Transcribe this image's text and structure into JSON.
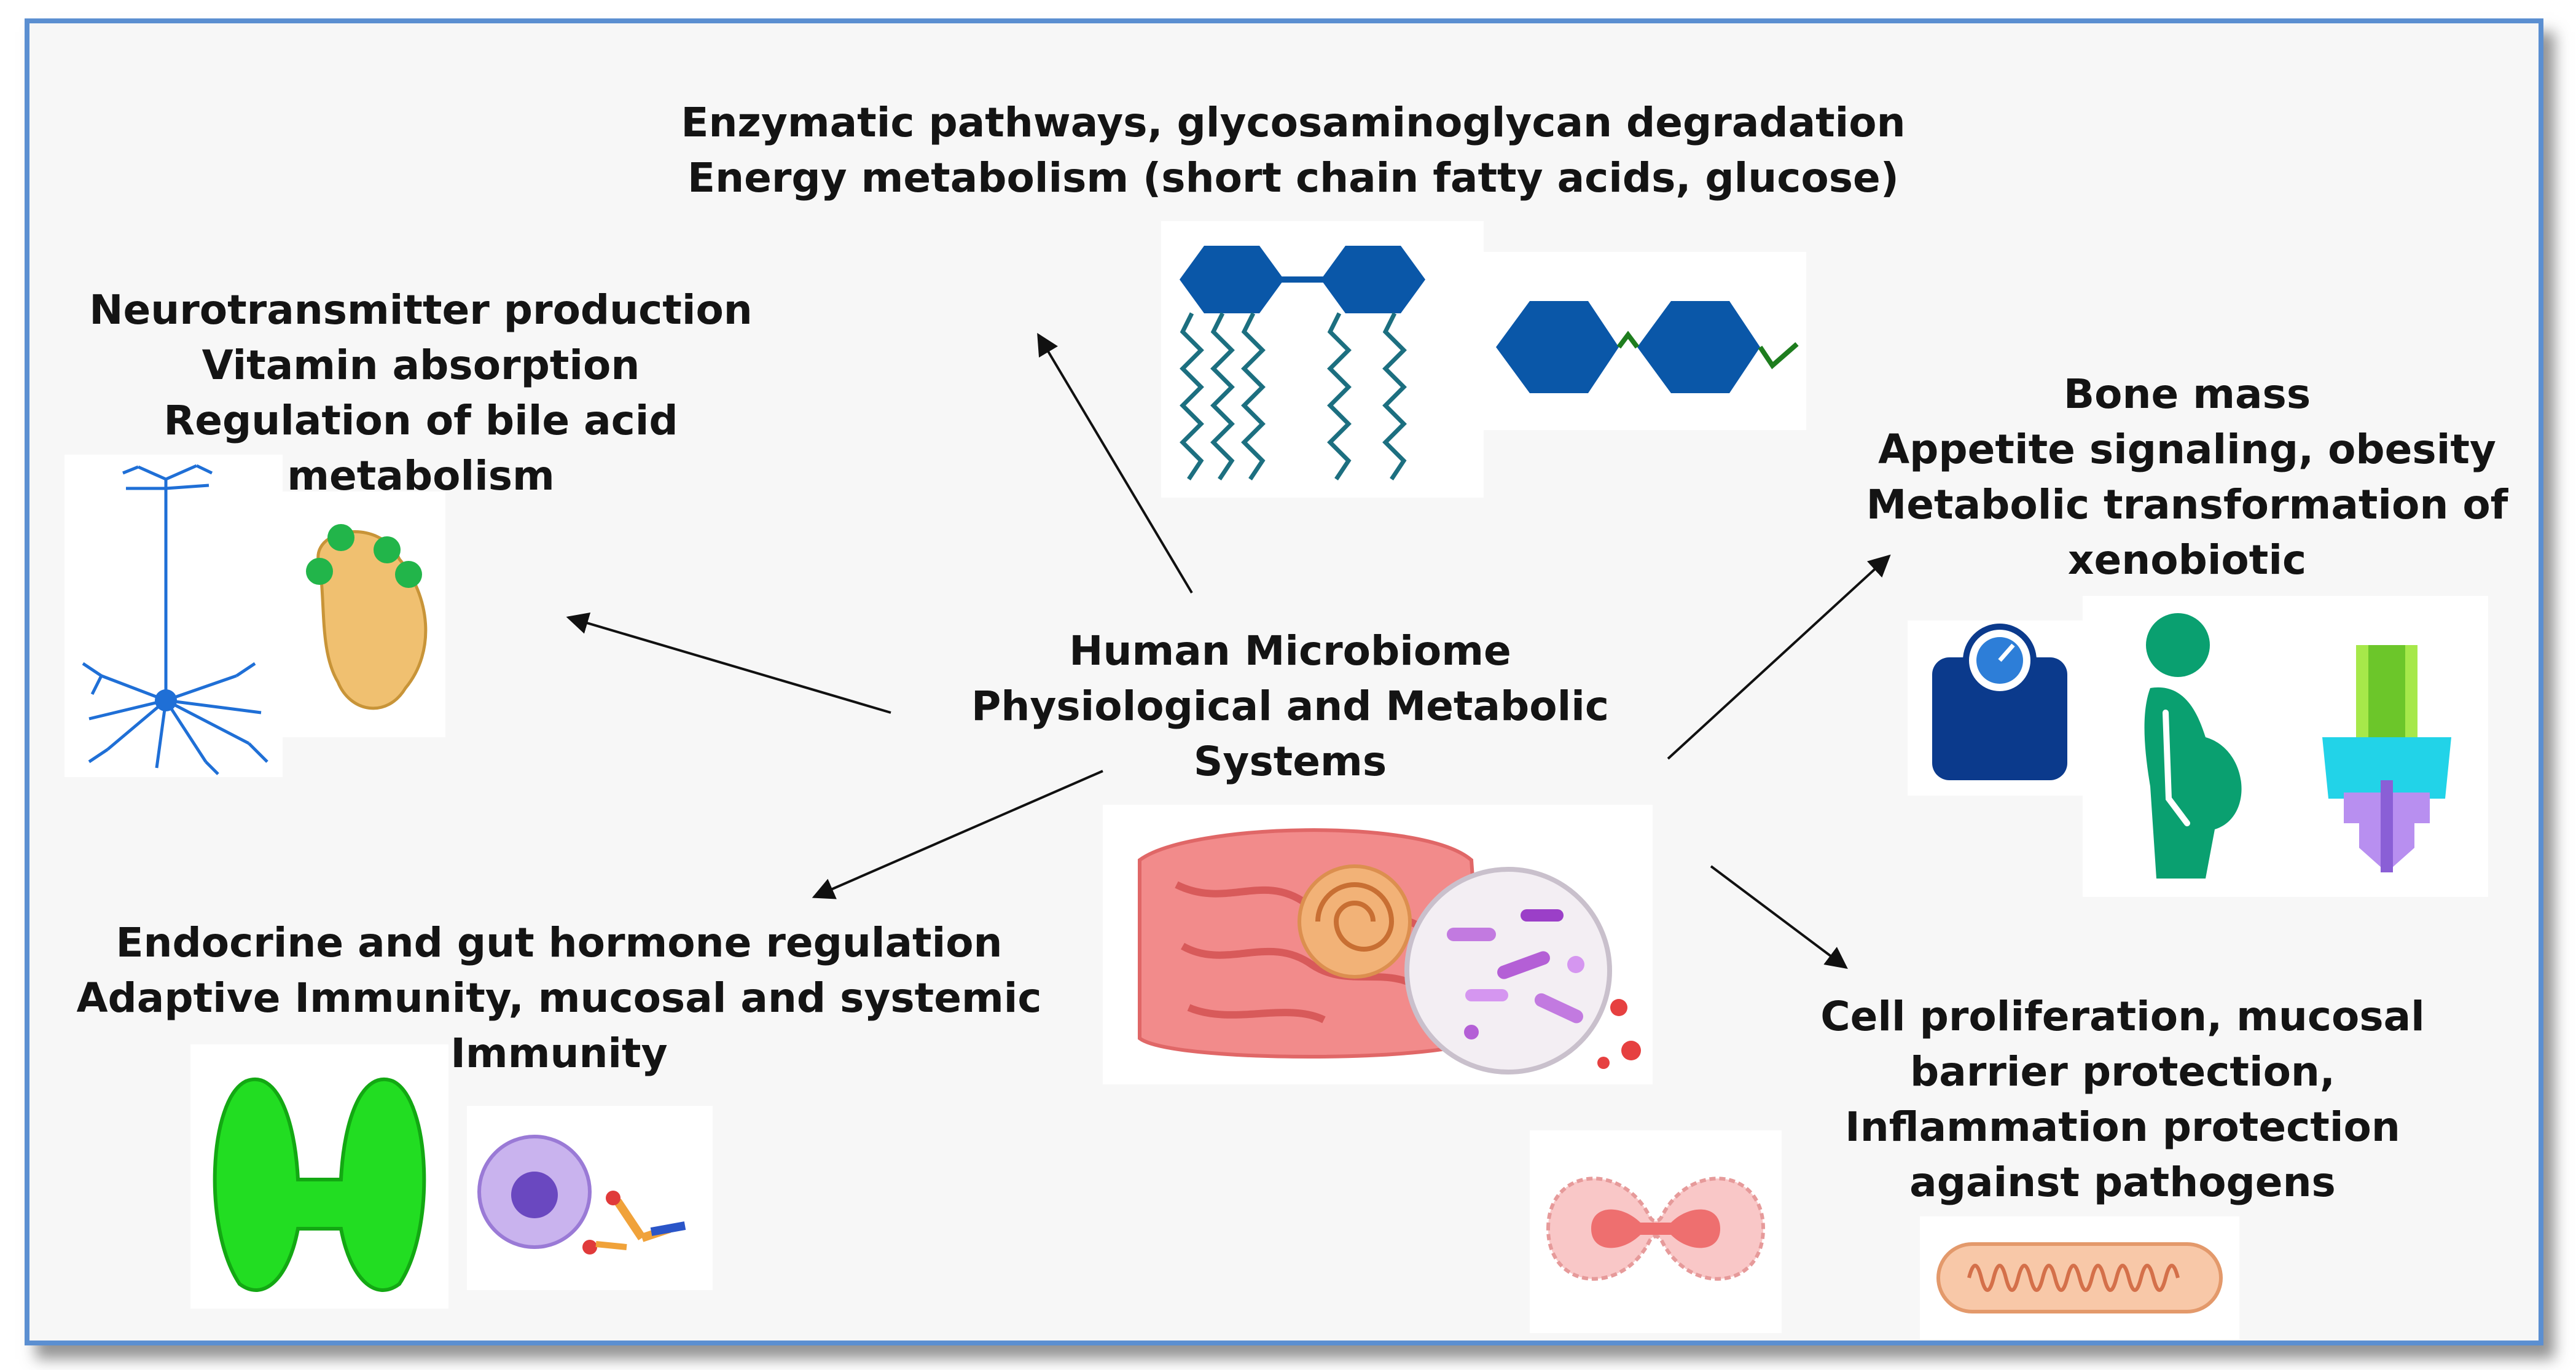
{
  "center": {
    "lines": [
      "Human Microbiome",
      "Physiological and Metabolic",
      "Systems"
    ]
  },
  "top": {
    "lines": [
      "Enzymatic pathways, glycosaminoglycan degradation",
      "Energy metabolism (short chain fatty acids, glucose)"
    ]
  },
  "upper_left": {
    "lines": [
      "Neurotransmitter production",
      "Vitamin absorption",
      "Regulation of bile acid",
      "metabolism"
    ]
  },
  "lower_left": {
    "lines": [
      "Endocrine and gut hormone regulation",
      "Adaptive Immunity, mucosal and systemic",
      "Immunity"
    ]
  },
  "upper_right": {
    "lines": [
      "Bone mass",
      "Appetite signaling, obesity",
      "Metabolic transformation of",
      "xenobiotic"
    ]
  },
  "lower_right": {
    "lines": [
      "Cell proliferation, mucosal",
      "barrier protection,",
      "Inflammation protection",
      "against pathogens"
    ]
  },
  "icons": {
    "neuron": "neuron-icon",
    "bile": "gallbladder-icon",
    "fatty_acid": "fatty-acid-chain-icon",
    "glucose": "glucose-chain-icon",
    "scale": "weight-scale-icon",
    "pregnancy": "pregnant-person-icon",
    "enzyme": "enzyme-channel-icon",
    "gut": "gut-microbiome-icon",
    "thyroid": "thyroid-icon",
    "immune": "immune-cell-antibody-icon",
    "division": "cell-division-icon",
    "bacterium": "bacterium-icon"
  },
  "colors": {
    "frame": "#5b8fd1",
    "hexagon": "#0a57a8",
    "chain": "#1c6f80",
    "gland": "#22dd22"
  }
}
